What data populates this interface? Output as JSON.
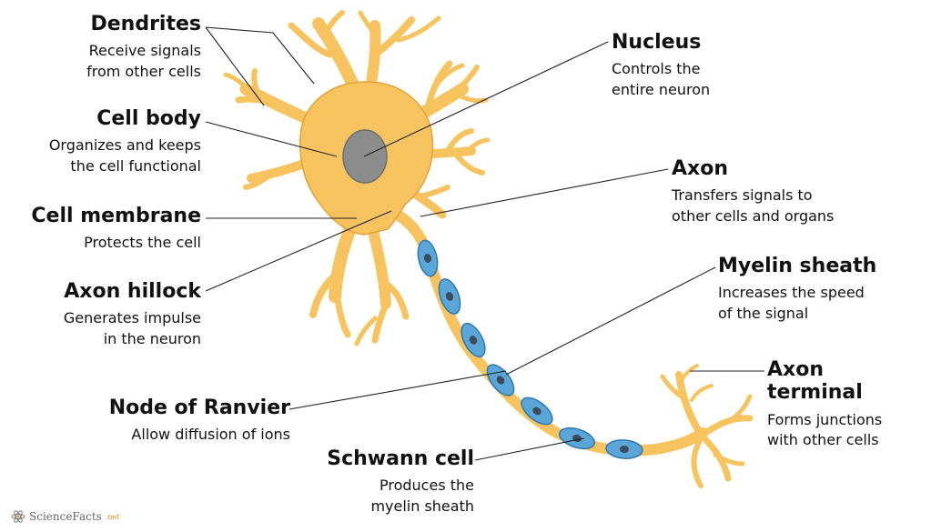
{
  "colors": {
    "neuron_fill": "#f7c35e",
    "neuron_stroke": "#e2a43a",
    "myelin_fill": "#5aa6d8",
    "myelin_stroke": "#2f78ad",
    "nucleus_fill": "#8c8c8c",
    "leader_line": "#222222",
    "text": "#111111"
  },
  "labels": {
    "dendrites": {
      "title": "Dendrites",
      "lines": [
        "Receive signals",
        "from other cells"
      ]
    },
    "cell_body": {
      "title": "Cell body",
      "lines": [
        "Organizes and keeps",
        "the cell functional"
      ]
    },
    "cell_membrane": {
      "title": "Cell membrane",
      "lines": [
        "Protects the cell"
      ]
    },
    "axon_hillock": {
      "title": "Axon hillock",
      "lines": [
        "Generates impulse",
        "in the neuron"
      ]
    },
    "node_of_ranvier": {
      "title": "Node of Ranvier",
      "lines": [
        "Allow diffusion of ions"
      ]
    },
    "schwann_cell": {
      "title": "Schwann cell",
      "lines": [
        "Produces the",
        "myelin sheath"
      ]
    },
    "nucleus": {
      "title": "Nucleus",
      "lines": [
        "Controls the",
        "entire neuron"
      ]
    },
    "axon": {
      "title": "Axon",
      "lines": [
        "Transfers signals to",
        "other cells and organs"
      ]
    },
    "myelin_sheath": {
      "title": "Myelin sheath",
      "lines": [
        "Increases the speed",
        "of the signal"
      ]
    },
    "axon_terminal": {
      "title_lines": [
        "Axon",
        "terminal"
      ],
      "lines": [
        "Forms junctions",
        "with other cells"
      ]
    }
  },
  "logo": {
    "name": "ScienceFacts",
    "tld": ".net"
  }
}
